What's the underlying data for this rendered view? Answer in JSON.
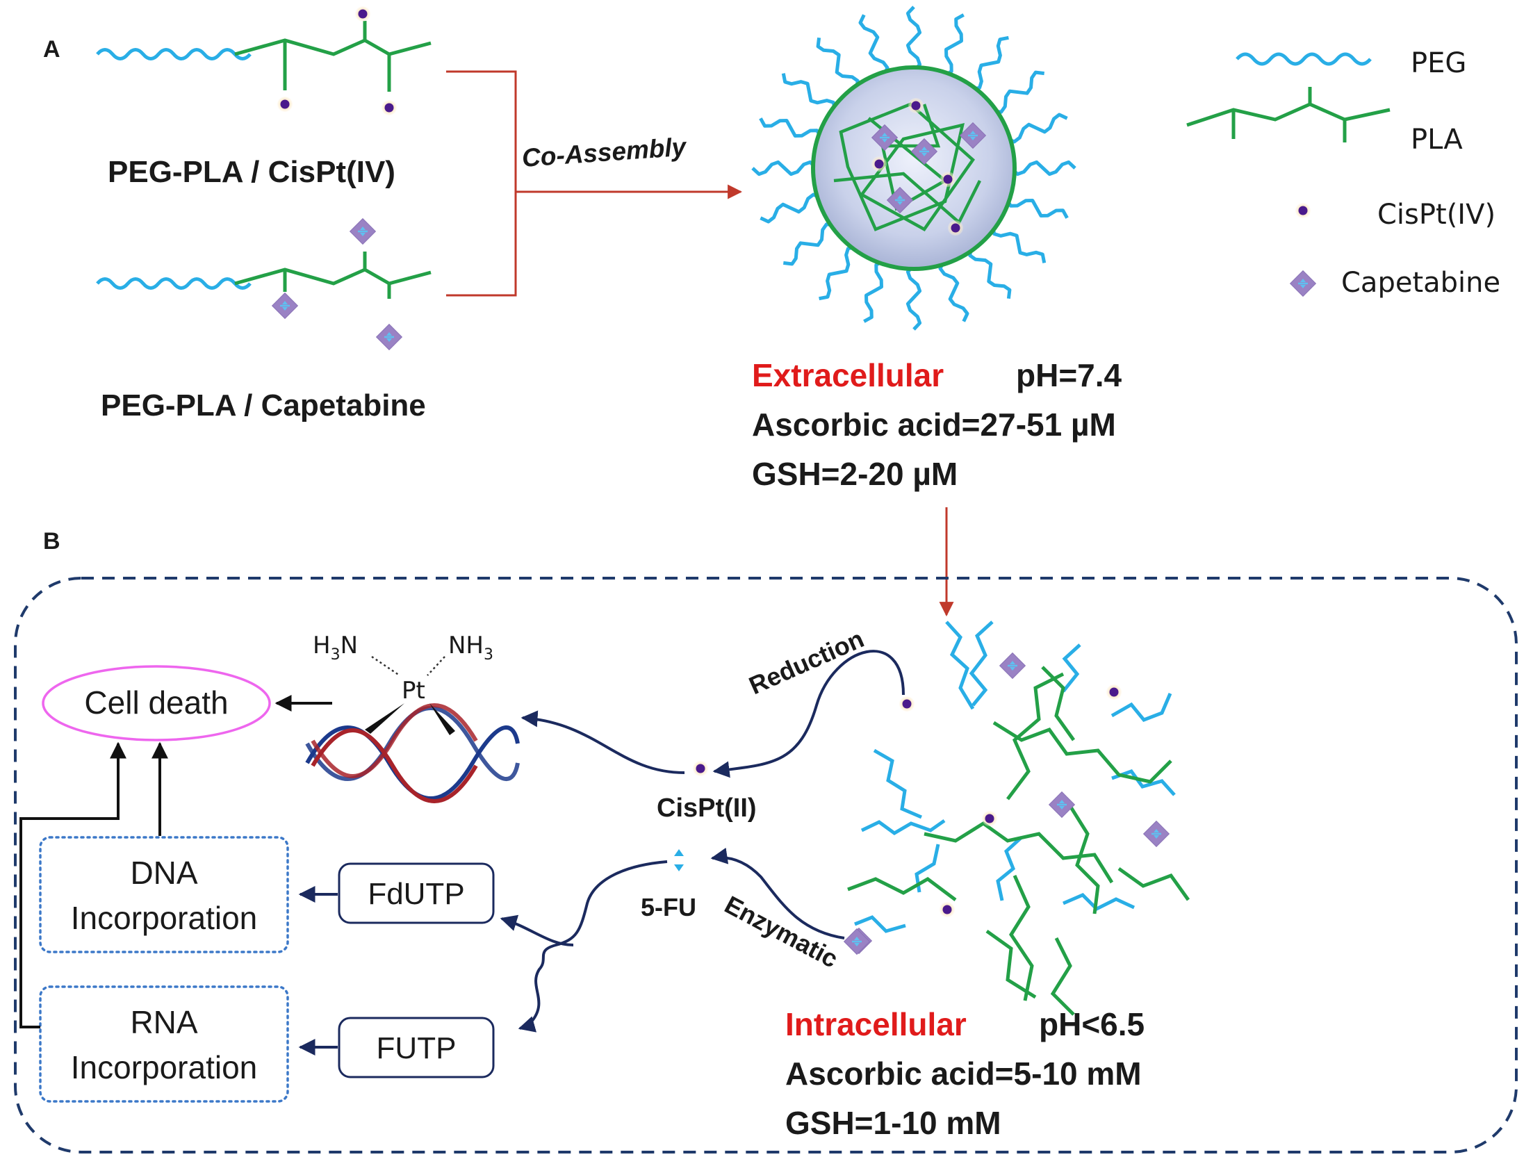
{
  "panels": {
    "a": "A",
    "b": "B"
  },
  "left": {
    "top_label": "PEG-PLA / CisPt(IV)",
    "bottom_label": "PEG-PLA / Capetabine",
    "arrow_label": "Co-Assembly"
  },
  "legend": {
    "peg": "PEG",
    "pla": "PLA",
    "cispt4": "CisPt(IV)",
    "capetabine": "Capetabine"
  },
  "extracellular": {
    "title": "Extracellular",
    "ph": "pH=7.4",
    "ascorbic": "Ascorbic acid=27-51 µM",
    "gsh": "GSH=2-20 µM"
  },
  "intracellular": {
    "title": "Intracellular",
    "ph": "pH<6.5",
    "ascorbic": "Ascorbic acid=5-10 mM",
    "gsh": "GSH=1-10 mM"
  },
  "pathway": {
    "reduction": "Reduction",
    "enzymatic": "Enzymatic",
    "cispt2": "CisPt(II)",
    "fu": "5-FU",
    "fdutp": "FdUTP",
    "futp": "FUTP",
    "dna_line1": "DNA",
    "dna_line2": "Incorporation",
    "rna_line1": "RNA",
    "rna_line2": "Incorporation",
    "cell_death": "Cell death"
  },
  "molecule": {
    "h3n_left": "H",
    "h3n_sub": "3",
    "h3n_right": "N",
    "nh3_left": "NH",
    "nh3_sub": "3",
    "pt": "Pt"
  },
  "colors": {
    "peg": "#29aee6",
    "pla": "#23a047",
    "cispt_dot": "#4a1a8c",
    "cispt_halo": "#f6d9a6",
    "capetabine": "#9a82c4",
    "red_arrow": "#c0392b",
    "navy_arrow": "#1b2a5e",
    "dashed_border": "#1f3a6b",
    "cell_death_border": "#ee66ee",
    "dotted_box": "#3c78c8"
  }
}
